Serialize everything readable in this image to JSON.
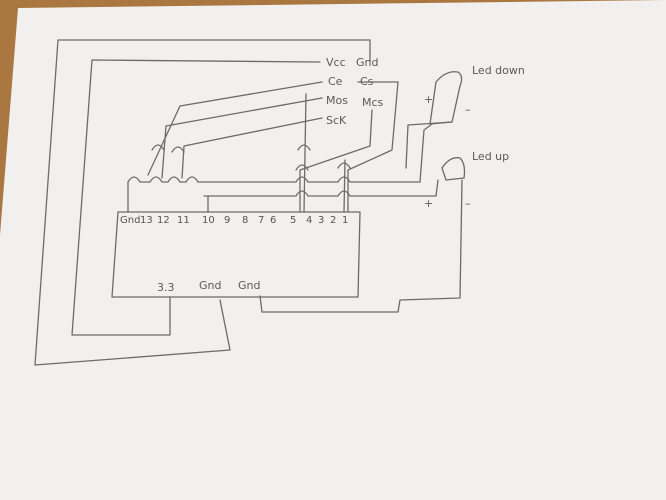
{
  "diagram": {
    "connector_labels": {
      "vcc": "Vcc",
      "gnd": "Gnd",
      "ce": "Ce",
      "cs": "Cs",
      "mos": "Mos",
      "mcs": "Mcs",
      "sck": "ScK"
    },
    "led_down": {
      "label": "Led down",
      "plus": "+",
      "minus": "–"
    },
    "led_up": {
      "label": "Led up",
      "plus": "+",
      "minus": "–"
    },
    "board": {
      "pins": [
        "Gnd",
        "13",
        "12",
        "11",
        "10",
        "9",
        "8",
        "7",
        "6",
        "5",
        "4",
        "3",
        "2",
        "1"
      ],
      "bottom_labels": {
        "v33": "3.3",
        "gnd1": "Gnd",
        "gnd2": "Gnd"
      }
    }
  }
}
